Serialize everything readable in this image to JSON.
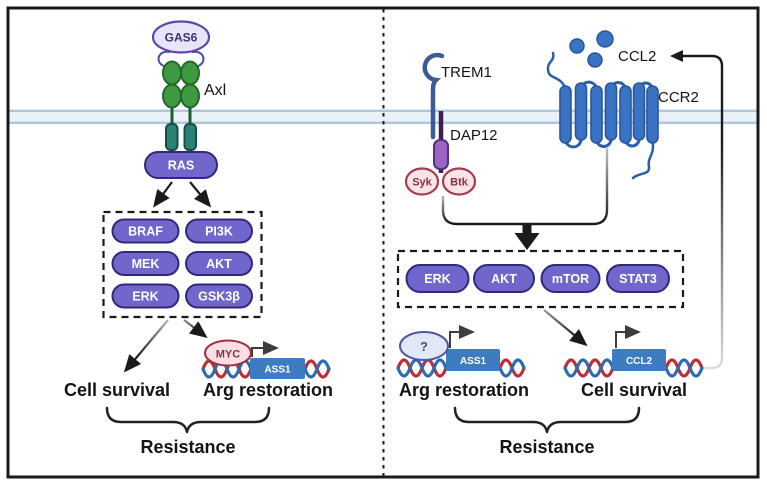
{
  "figure": {
    "type": "signaling-pathway-diagram",
    "panels": 2
  },
  "left": {
    "ligand": "GAS6",
    "receptor_label": "Axl",
    "ras": "RAS",
    "cascade": [
      "BRAF",
      "PI3K",
      "MEK",
      "AKT",
      "ERK",
      "GSK3β"
    ],
    "tf": "MYC",
    "gene": "ASS1",
    "outcome_left": "Cell survival",
    "outcome_right": "Arg restoration",
    "resistance": "Resistance"
  },
  "right": {
    "receptor1": "TREM1",
    "adaptor": "DAP12",
    "kinase1": "Syk",
    "kinase2": "Btk",
    "ligand": "CCL2",
    "receptor2": "CCR2",
    "cascade": [
      "ERK",
      "AKT",
      "mTOR",
      "STAT3"
    ],
    "tf": "?",
    "gene_left": "ASS1",
    "gene_right": "CCL2",
    "outcome_left": "Arg restoration",
    "outcome_right": "Cell survival",
    "resistance": "Resistance"
  },
  "colors": {
    "membrane_fill": "#eaf2f9",
    "membrane_line": "#adc8dd",
    "cascade_pill": "#7066cb",
    "cascade_pill_border": "#312a7a",
    "axl_domain_green": "#3d9a41",
    "axl_tm_teal": "#2b8274",
    "gas6_fill": "#e9e4f9",
    "gas6_border": "#5a4aa8",
    "trem1_blue": "#3d5a9e",
    "dap12_purple": "#9c64c4",
    "kinase_pink_fill": "#fae3e9",
    "kinase_pink_border": "#a53a4d",
    "ccr2_blue": "#3a72c4",
    "gene_box_blue": "#3e7cc2",
    "dna_red": "#bf2c34",
    "dna_blue": "#2b6cb0",
    "myc_fill": "#f9dee4",
    "unknown_tf_fill": "#e2e7f7",
    "arrow": "#1a1a1a"
  }
}
